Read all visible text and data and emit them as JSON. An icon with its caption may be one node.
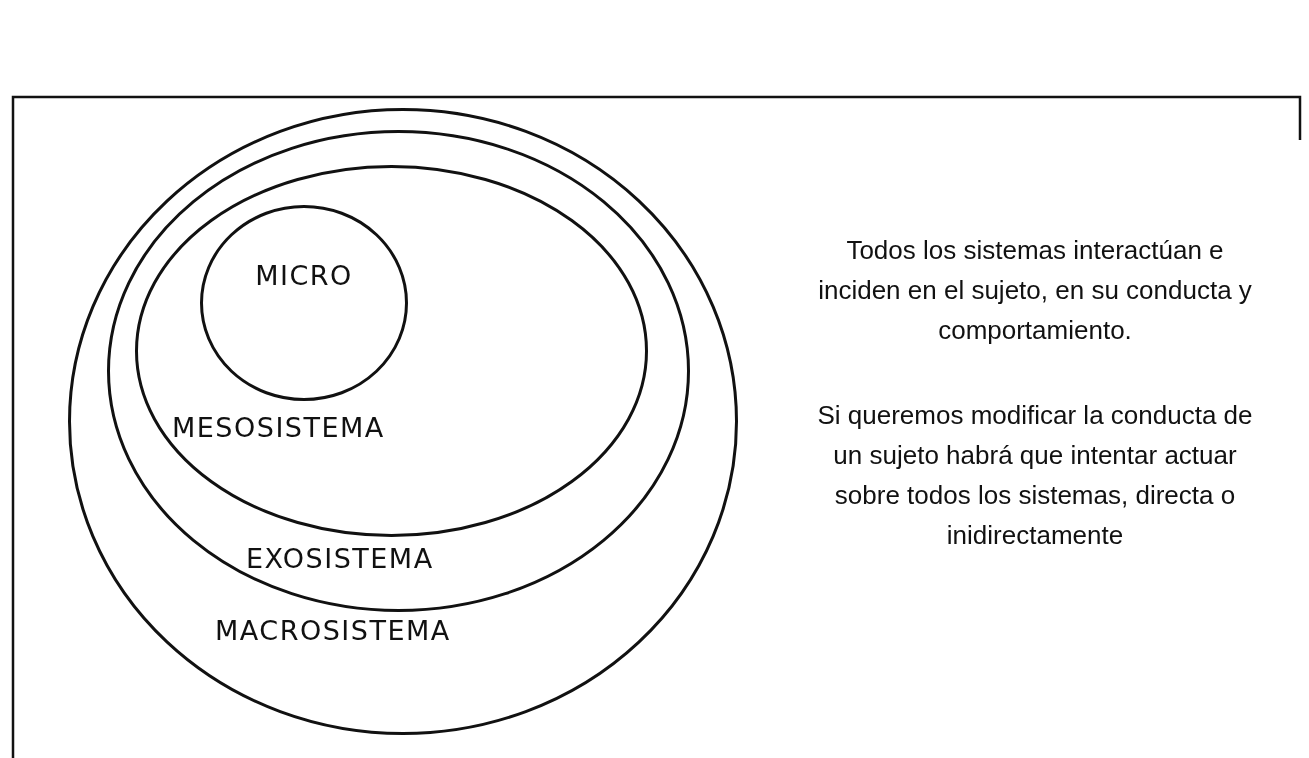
{
  "diagram": {
    "nodes": [
      {
        "text": [
          "MACROSISTEMA"
        ]
      },
      {
        "text": [
          "EXOSISTEMA"
        ],
        "in": 0
      },
      {
        "text": [
          "MESOSISTEMA"
        ],
        "in": 1
      },
      {
        "text": [
          "MICRO"
        ],
        "in": 2
      }
    ],
    "labels": [
      "Todos los sistemas interactúan e inciden en el sujeto, en su conducta y comportamiento.",
      "Si queremos modificar la conducta de un sujeto habrá que intentar actuar sobre todos los sistemas, directa o inidirectamente"
    ]
  }
}
